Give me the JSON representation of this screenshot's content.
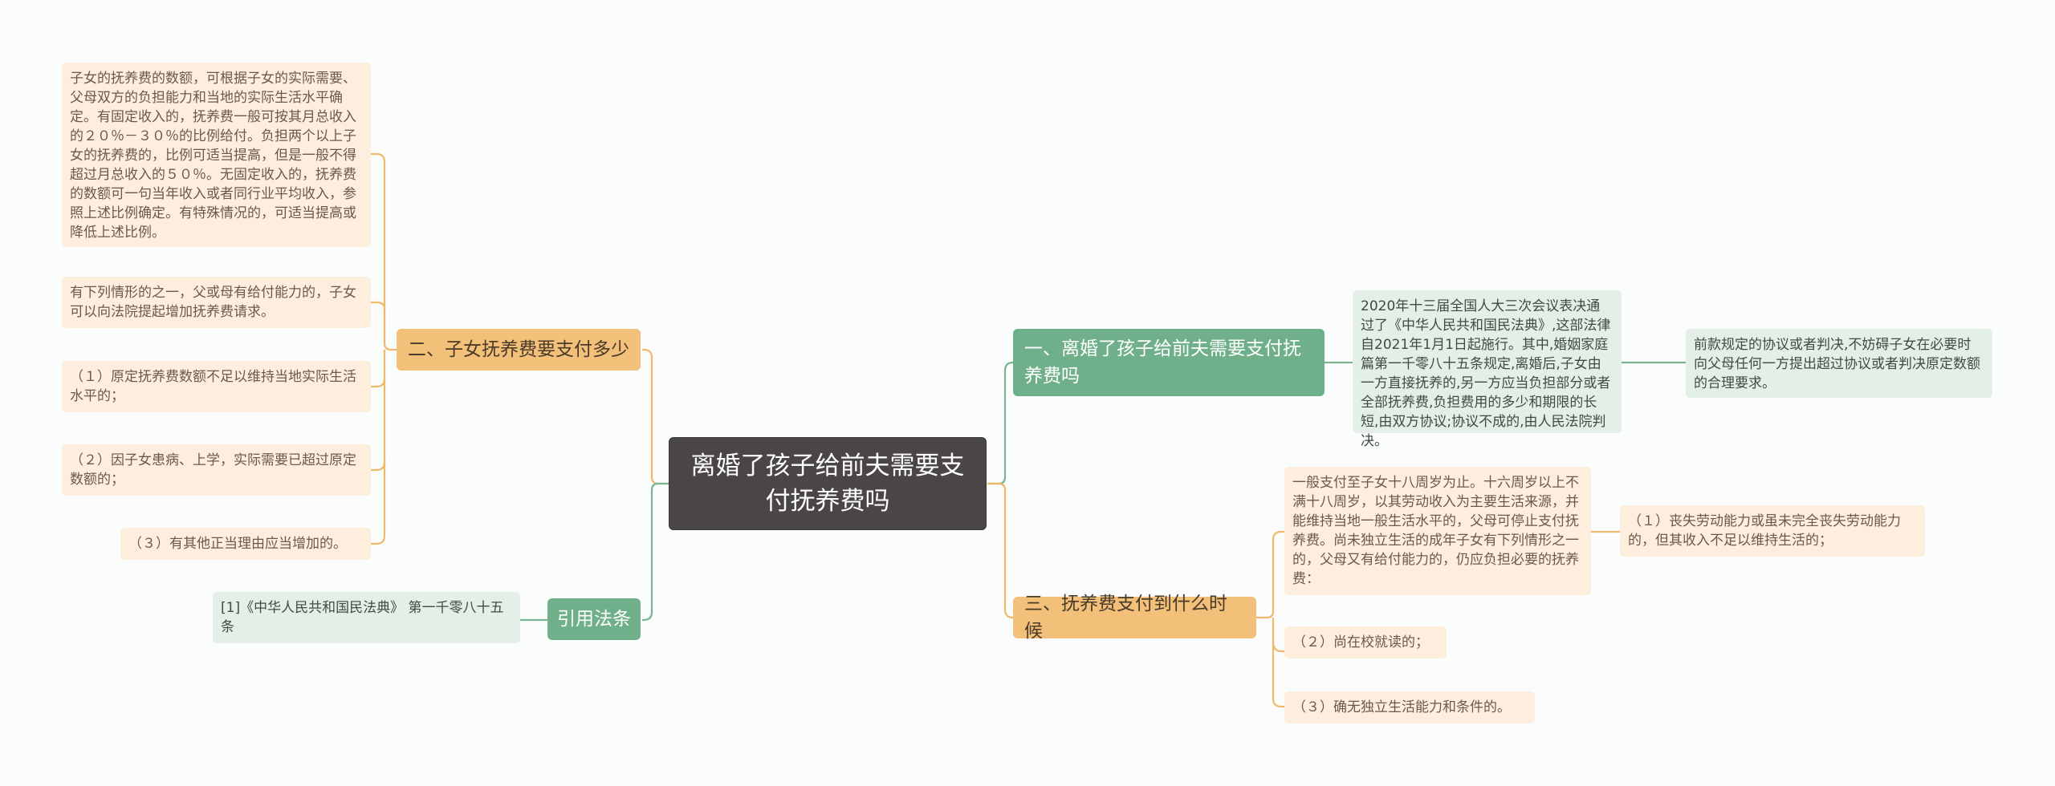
{
  "colors": {
    "root": "#4b4646",
    "branch_orange": "#f3c07a",
    "branch_green": "#6fb08a",
    "leaf_orange": "#fdeedd",
    "leaf_green": "#e4efe8",
    "line_orange": "#f0b96c",
    "line_green": "#7bb493"
  },
  "root": {
    "label": "离婚了孩子给前夫需要支付抚养费吗"
  },
  "branch1": {
    "label": "一、离婚了孩子给前夫需要支付抚养费吗",
    "detail": "2020年十三届全国人大三次会议表决通过了《中华人民共和国民法典》,这部法律自2021年1月1日起施行。其中,婚姻家庭篇第一千零八十五条规定,离婚后,子女由一方直接抚养的,另一方应当负担部分或者全部抚养费,负担费用的多少和期限的长短,由双方协议;协议不成的,由人民法院判决。",
    "note": "前款规定的协议或者判决,不妨碍子女在必要时向父母任何一方提出超过协议或者判决原定数额的合理要求。"
  },
  "branch2": {
    "label": "二、子女抚养费要支付多少",
    "items": [
      "子女的抚养费的数额，可根据子女的实际需要、父母双方的负担能力和当地的实际生活水平确定。有固定收入的，抚养费一般可按其月总收入的２０％－３０％的比例给付。负担两个以上子女的抚养费的，比例可适当提高，但是一般不得超过月总收入的５０％。无固定收入的，抚养费的数额可一句当年收入或者同行业平均收入，参照上述比例确定。有特殊情况的，可适当提高或降低上述比例。",
      "有下列情形的之一，父或母有给付能力的，子女可以向法院提起增加抚养费请求。",
      "（１）原定抚养费数额不足以维持当地实际生活水平的；",
      "（２）因子女患病、上学，实际需要已超过原定数额的；",
      "（３）有其他正当理由应当增加的。"
    ]
  },
  "branch3": {
    "label": "三、抚养费支付到什么时候",
    "main": "一般支付至子女十八周岁为止。十六周岁以上不满十八周岁，以其劳动收入为主要生活来源，并能维持当地一般生活水平的，父母可停止支付抚养费。尚未独立生活的成年子女有下列情形之一的，父母又有给付能力的，仍应负担必要的抚养费：",
    "sub": "（１）丧失劳动能力或虽未完全丧失劳动能力的，但其收入不足以维持生活的；",
    "items": [
      "（２）尚在校就读的；",
      "（３）确无独立生活能力和条件的。"
    ]
  },
  "branch4": {
    "label": "引用法条",
    "detail": "[1]《中华人民共和国民法典》 第一千零八十五条"
  }
}
